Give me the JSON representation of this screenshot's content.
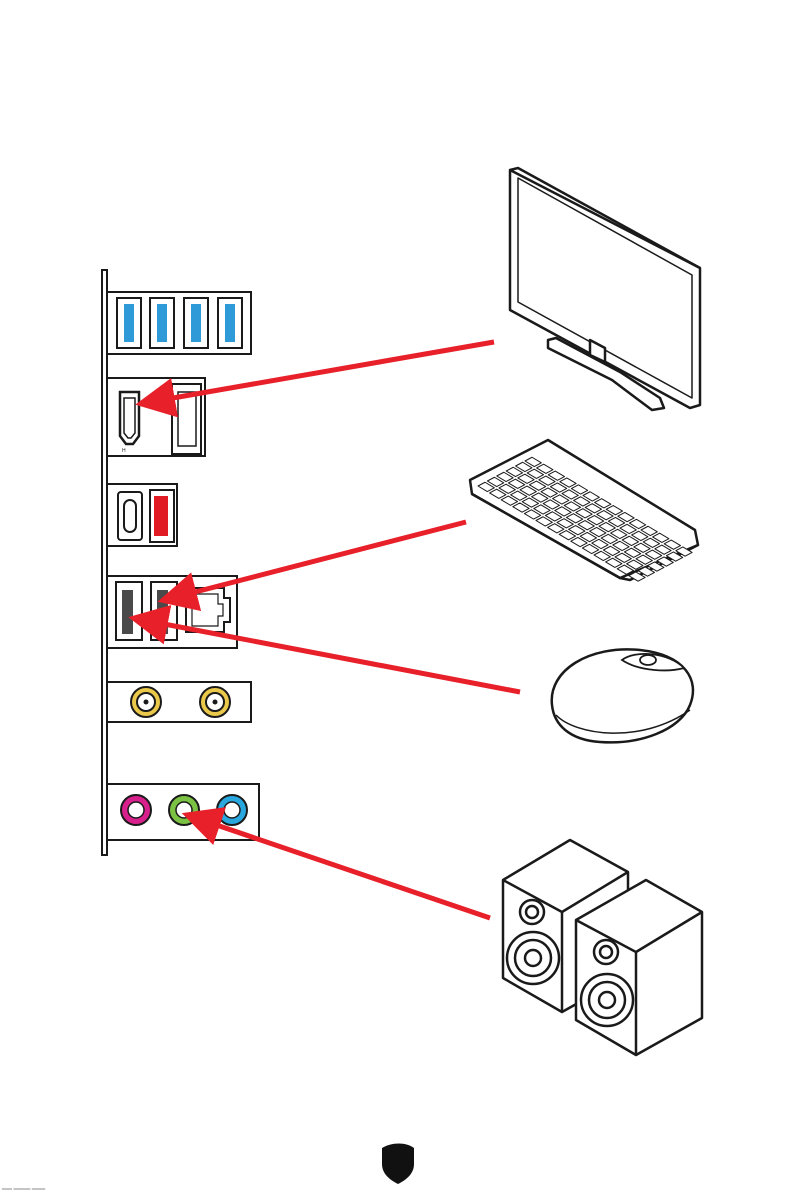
{
  "diagram": {
    "ports": [
      "usb-a",
      "hdmi",
      "displayport",
      "usb-c",
      "usb-a-red",
      "usb-a-black",
      "lan",
      "wifi-antenna",
      "audio-jack"
    ],
    "devices": [
      "monitor",
      "keyboard",
      "mouse",
      "speakers"
    ],
    "connections": [
      {
        "from": "monitor",
        "to": "hdmi"
      },
      {
        "from": "keyboard",
        "to": "usb-a-black"
      },
      {
        "from": "mouse",
        "to": "usb-a-black"
      },
      {
        "from": "speakers",
        "to": "audio-jack"
      }
    ]
  },
  "colors": {
    "arrow": "#e8202a",
    "usb_blue": "#2e9ad8",
    "usb_red": "#e01b23",
    "usb_black": "#4a4a4a",
    "antenna_gold": "#e9c84a",
    "jack_pink": "#d8208c",
    "jack_green": "#7bc143",
    "jack_blue": "#29a8df"
  },
  "footer": {
    "text": "‗‗‗ ‗‗‗‗‗ ‗‗‗‗"
  }
}
